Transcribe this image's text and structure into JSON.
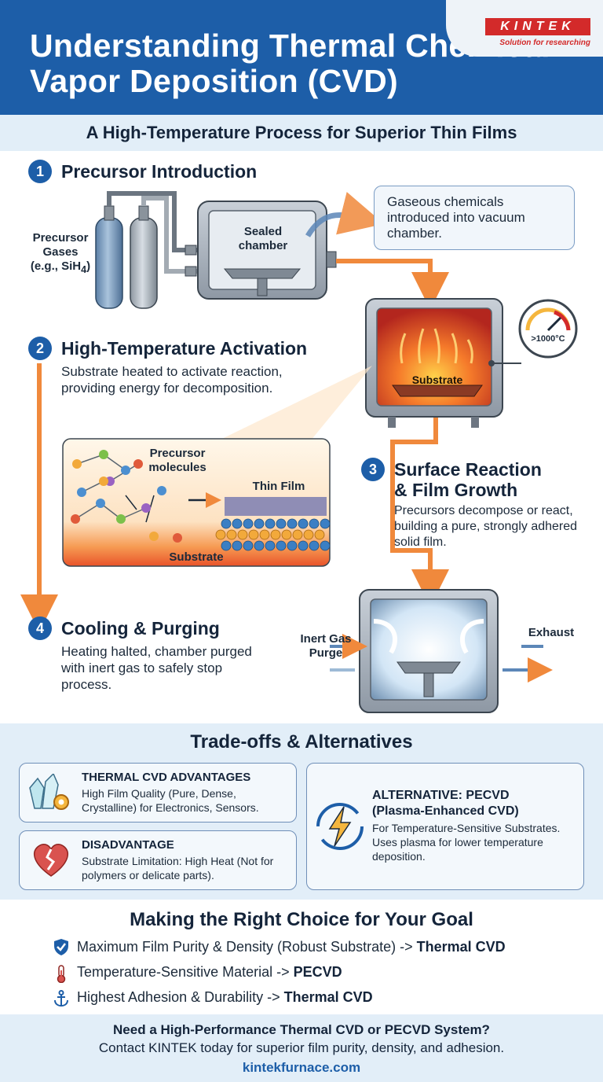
{
  "header": {
    "title": "Understanding Thermal Chemical Vapor Deposition (CVD)",
    "logo_text": "KINTEK",
    "logo_tagline": "Solution for researching",
    "subtitle": "A High-Temperature Process for Superior Thin Films"
  },
  "steps": [
    {
      "number": "1",
      "title": "Precursor Introduction",
      "desc": ""
    },
    {
      "number": "2",
      "title": "High-Temperature Activation",
      "desc": "Substrate heated to activate reaction, providing energy for decomposition."
    },
    {
      "number": "3",
      "title": "Surface Reaction & Film Growth",
      "desc": "Precursors decompose or react, building a pure, strongly adhered solid film."
    },
    {
      "number": "4",
      "title": "Cooling & Purging",
      "desc": "Heating halted, chamber purged with inert gas to safely stop process."
    }
  ],
  "diagram": {
    "precursor_gases_label": "Precursor Gases",
    "precursor_gases_example": "(e.g., SiH",
    "precursor_gases_subscript": "4",
    "precursor_gases_close": ")",
    "sealed_chamber_label": "Sealed chamber",
    "callout": "Gaseous chemicals introduced into vacuum chamber.",
    "temperature": ">1000°C",
    "substrate_label": "Substrate",
    "precursor_molecules_label": "Precursor molecules",
    "thin_film_label": "Thin Film",
    "inset_substrate_label": "Substrate",
    "inert_gas_label": "Inert Gas Purge",
    "exhaust_label": "Exhaust"
  },
  "tradeoffs": {
    "title": "Trade-offs & Alternatives",
    "advantages_head": "THERMAL CVD ADVANTAGES",
    "advantages_body": "High Film Quality (Pure, Dense, Crystalline) for Electronics, Sensors.",
    "disadvantage_head": "DISADVANTAGE",
    "disadvantage_body": "Substrate Limitation: High Heat (Not for polymers or delicate parts).",
    "alternative_head": "ALTERNATIVE: PECVD (Plasma-Enhanced CVD)",
    "alternative_body": "For Temperature-Sensitive Substrates. Uses plasma for lower temperature deposition."
  },
  "choice": {
    "title": "Making the Right Choice for Your Goal",
    "rows": [
      {
        "text": "Maximum Film Purity & Density (Robust Substrate) -> ",
        "answer": "Thermal CVD",
        "icon": "shield-check-icon"
      },
      {
        "text": "Temperature-Sensitive Material -> ",
        "answer": "PECVD",
        "icon": "thermometer-icon"
      },
      {
        "text": "Highest Adhesion & Durability -> ",
        "answer": "Thermal CVD",
        "icon": "anchor-icon"
      }
    ]
  },
  "footer": {
    "question": "Need a High-Performance Thermal CVD or PECVD System?",
    "cta": "Contact KINTEK today for superior film purity, density, and adhesion.",
    "url": "kintekfurnace.com"
  },
  "colors": {
    "header_blue": "#1d5ea8",
    "light_band": "#e2eef8",
    "arrow_orange": "#f0893c",
    "brand_red": "#d32a2a"
  }
}
